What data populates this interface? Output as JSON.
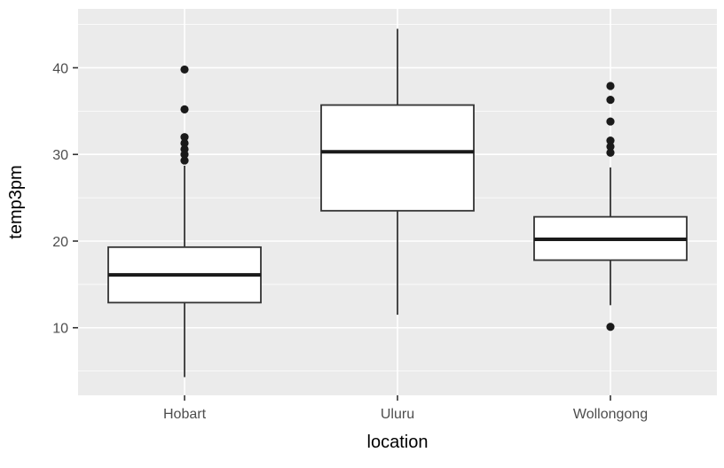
{
  "chart_data": {
    "type": "boxplot",
    "title": "",
    "xlabel": "location",
    "ylabel": "temp3pm",
    "categories": [
      "Hobart",
      "Uluru",
      "Wollongong"
    ],
    "y_ticks": [
      10,
      20,
      30,
      40
    ],
    "y_minor_ticks": [
      5,
      15,
      25,
      35,
      45
    ],
    "ylim": [
      2.2,
      46.8
    ],
    "grid": "on",
    "legend": "none",
    "series": [
      {
        "name": "Hobart",
        "whisker_low": 4.3,
        "q1": 12.9,
        "median": 16.1,
        "q3": 19.3,
        "whisker_high": 28.7,
        "outliers": [
          29.3,
          30.0,
          30.6,
          31.3,
          32.0,
          35.2,
          39.8
        ]
      },
      {
        "name": "Uluru",
        "whisker_low": 11.5,
        "q1": 23.5,
        "median": 30.3,
        "q3": 35.7,
        "whisker_high": 44.5,
        "outliers": []
      },
      {
        "name": "Wollongong",
        "whisker_low": 12.6,
        "q1": 17.8,
        "median": 20.2,
        "q3": 22.8,
        "whisker_high": 28.5,
        "outliers": [
          10.1,
          30.2,
          30.9,
          31.6,
          33.8,
          36.3,
          37.9
        ]
      }
    ],
    "colors": {
      "panel_bg": "#EBEBEB",
      "grid_major": "#FFFFFF",
      "grid_minor": "#FFFFFF",
      "box_stroke": "#333333",
      "box_fill": "#FFFFFF",
      "median": "#1A1A1A",
      "whisker": "#333333",
      "outlier": "#1A1A1A",
      "tick_mark": "#333333",
      "tick_label": "#4D4D4D",
      "axis_title": "#000000"
    }
  }
}
